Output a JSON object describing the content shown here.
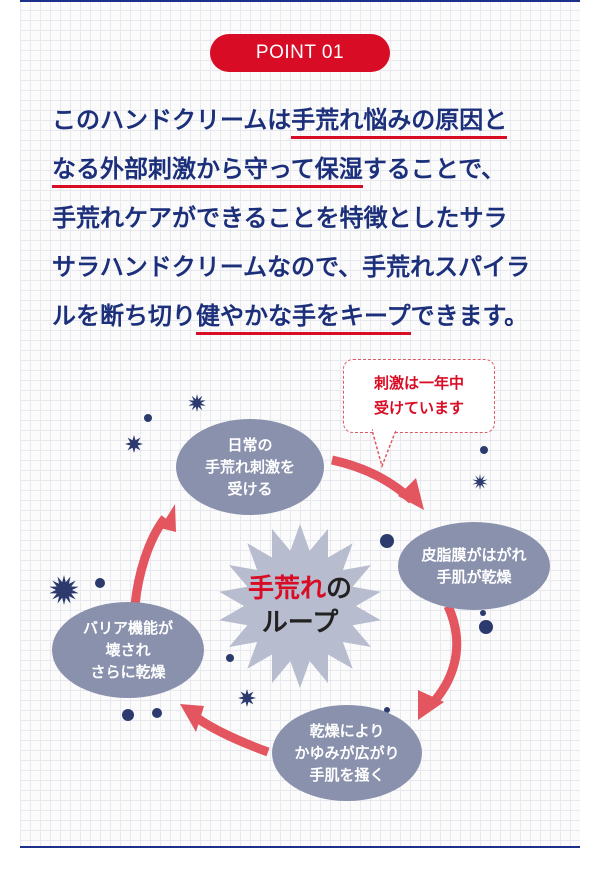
{
  "badge": {
    "label": "POINT 01"
  },
  "body": {
    "lines": [
      [
        {
          "text": "このハンドクリームは",
          "u": false
        },
        {
          "text": "手荒れ悩みの原因と",
          "u": true
        }
      ],
      [
        {
          "text": "なる外部刺激から守って保湿",
          "u": true
        },
        {
          "text": "することで、",
          "u": false
        }
      ],
      [
        {
          "text": "手荒れケアができることを特徴としたサラ",
          "u": false
        }
      ],
      [
        {
          "text": "サラハンドクリームなので、手荒れスパイラ",
          "u": false
        }
      ],
      [
        {
          "text": "ルを断ち切り",
          "u": false
        },
        {
          "text": "健やかな手をキープ",
          "u": true
        },
        {
          "text": "できます。",
          "u": false
        }
      ]
    ]
  },
  "diagram": {
    "callout": {
      "line1": "刺激は一年中",
      "line2": "受けています"
    },
    "center": {
      "part1": "手荒れ",
      "part2": "の",
      "part3": "ループ"
    },
    "nodes": {
      "daily": [
        "日常の",
        "手荒れ刺激を",
        "受ける"
      ],
      "sebum": [
        "皮脂膜がはがれ",
        "手肌が乾燥"
      ],
      "itch": [
        "乾燥により",
        "かゆみが広がり",
        "手肌を掻く"
      ],
      "barrier": [
        "バリア機能が",
        "壊され",
        "さらに乾燥"
      ]
    }
  },
  "colors": {
    "navy": "#1b2f8b",
    "red": "#d80c24",
    "arrow": "#e3555f",
    "node": "#8a91ad",
    "burst": "#b7bccf"
  }
}
